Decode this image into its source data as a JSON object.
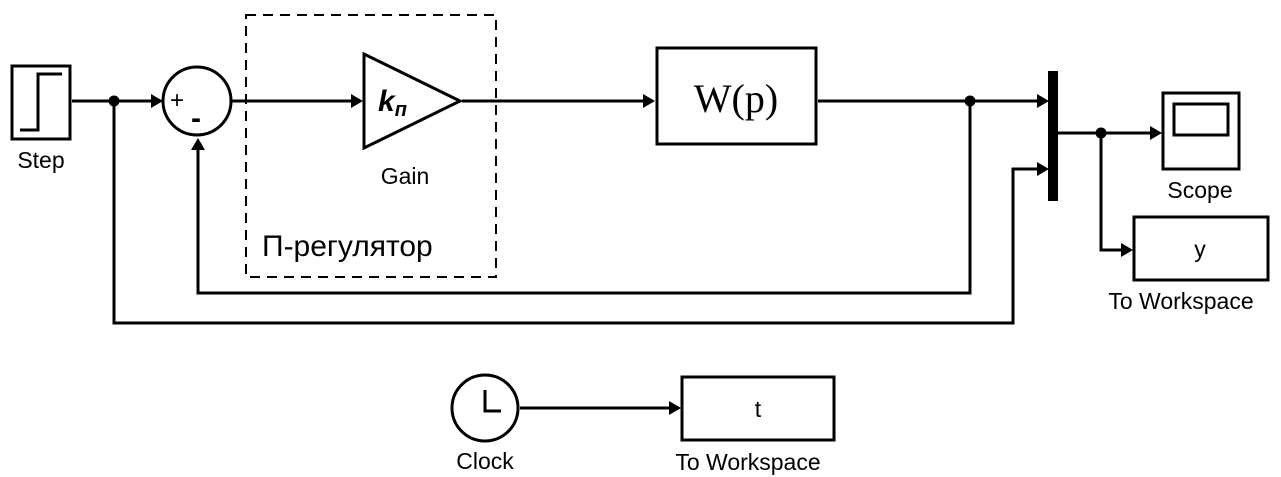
{
  "blocks": {
    "step": {
      "label": "Step"
    },
    "sum": {
      "plus": "+",
      "minus": "-"
    },
    "gain": {
      "symbol": "k",
      "subscript": "п",
      "label": "Gain"
    },
    "controller_group": {
      "label": "П-регулятор"
    },
    "plant": {
      "label": "W(p)"
    },
    "scope": {
      "label": "Scope"
    },
    "to_workspace_y": {
      "var": "y",
      "label": "To Workspace"
    },
    "clock": {
      "label": "Clock"
    },
    "to_workspace_t": {
      "var": "t",
      "label": "To Workspace"
    }
  }
}
